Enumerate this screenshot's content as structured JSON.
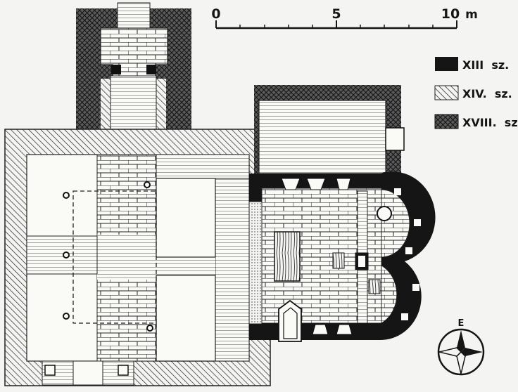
{
  "scale": {
    "ticks": [
      "0",
      "5",
      "10"
    ],
    "unit": "m"
  },
  "legend": [
    {
      "label": "XIII  sz.",
      "pattern": "solid"
    },
    {
      "label": "XIV.  sz.",
      "pattern": "hatch"
    },
    {
      "label": "XVIII.  sz.",
      "pattern": "crosshatch"
    }
  ],
  "compass": {
    "label": "E"
  },
  "colors": {
    "ink": "#151515",
    "paper": "#f4f5f2"
  }
}
